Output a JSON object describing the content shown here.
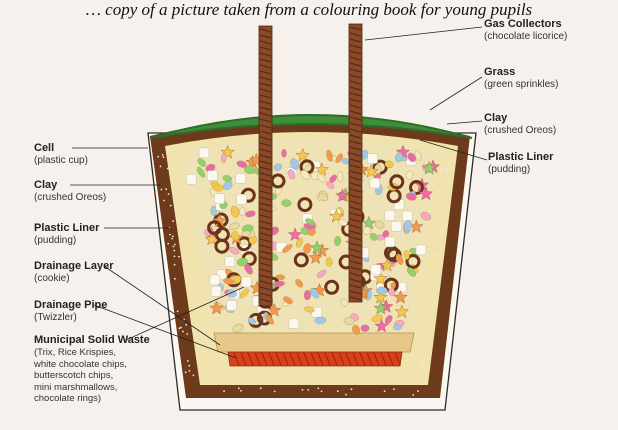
{
  "caption": "… copy of a picture taken from a colouring book for young pupils",
  "labels": {
    "gas_collectors": {
      "title": "Gas Collectors",
      "sub": "(chocolate licorice)"
    },
    "grass": {
      "title": "Grass",
      "sub": "(green sprinkles)"
    },
    "clay_right": {
      "title": "Clay",
      "sub": "(crushed Oreos)"
    },
    "plastic_liner_right": {
      "title": "Plastic Liner",
      "sub": "(pudding)"
    },
    "cell": {
      "title": "Cell",
      "sub": "(plastic cup)"
    },
    "clay_left": {
      "title": "Clay",
      "sub": "(crushed Oreos)"
    },
    "plastic_liner_left": {
      "title": "Plastic Liner",
      "sub": "(pudding)"
    },
    "drainage_layer": {
      "title": "Drainage Layer",
      "sub": "(cookie)"
    },
    "drainage_pipe": {
      "title": "Drainage Pipe",
      "sub": "(Twizzler)"
    },
    "msw": {
      "title": "Municipal Solid Waste",
      "lines": [
        "(Trix, Rice Krispies,",
        "white chocolate chips,",
        "butterscotch chips,",
        "mini marshmallows,",
        "chocolate rings)"
      ]
    }
  },
  "colors": {
    "background": "#f6f1ec",
    "cup_outline": "#2b2b2b",
    "clay": "#6e3a1c",
    "pudding": "#f0e3ad",
    "grass": "#3f8f3a",
    "cookie": "#e8c88a",
    "twizzler": "#d9401e",
    "licorice": "#8a4a2a"
  }
}
